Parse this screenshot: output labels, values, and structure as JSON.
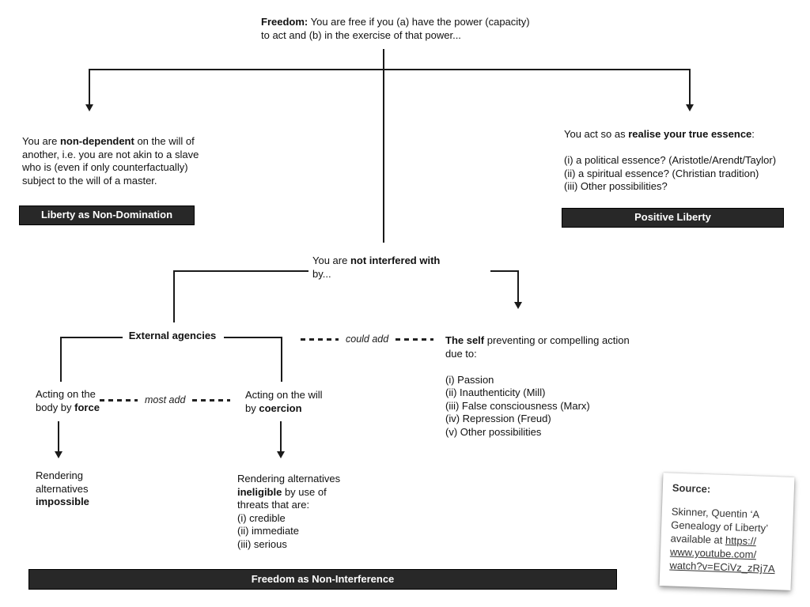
{
  "colors": {
    "canvas_bg": "#ffffff",
    "line": "#1a1a1a",
    "badge_bg": "#282828",
    "badge_text": "#ffffff",
    "source_text": "#333333"
  },
  "root": {
    "lines": [
      [
        {
          "t": "Freedom:",
          "b": true
        },
        {
          "t": " You are free if you (a) have the power (capacity)"
        }
      ],
      [
        {
          "t": "to act and (b) in the exercise of that power..."
        }
      ]
    ]
  },
  "nondom": {
    "lines": [
      [
        {
          "t": "You are "
        },
        {
          "t": "non-dependent",
          "b": true
        },
        {
          "t": " on the will of"
        }
      ],
      [
        {
          "t": "another, i.e. you are not akin to a slave"
        }
      ],
      [
        {
          "t": "who is (even if only counterfactually)"
        }
      ],
      [
        {
          "t": "subject to the will of a master."
        }
      ]
    ],
    "label": "Liberty as Non-Domination"
  },
  "positive": {
    "lines": [
      [
        {
          "t": "You act so as "
        },
        {
          "t": "realise your true essence",
          "b": true
        },
        {
          "t": ":"
        }
      ],
      [
        {
          "t": ""
        }
      ],
      [
        {
          "t": "(i) a political essence? (Aristotle/Arendt/Taylor)"
        }
      ],
      [
        {
          "t": "(ii) a spiritual essence? (Christian tradition)"
        }
      ],
      [
        {
          "t": "(iii) Other possibilities?"
        }
      ]
    ],
    "label": "Positive Liberty"
  },
  "interference": {
    "lines": [
      [
        {
          "t": "You are "
        },
        {
          "t": "not interfered with",
          "b": true
        }
      ],
      [
        {
          "t": "by..."
        }
      ]
    ]
  },
  "external": {
    "label": "External agencies"
  },
  "annotations": {
    "could_add": "could add",
    "most_add": "most add"
  },
  "selfnode": {
    "lines": [
      [
        {
          "t": "The self",
          "b": true
        },
        {
          "t": " preventing or compelling action"
        }
      ],
      [
        {
          "t": "due to:"
        }
      ],
      [
        {
          "t": ""
        }
      ],
      [
        {
          "t": "(i) Passion"
        }
      ],
      [
        {
          "t": "(ii) Inauthenticity (Mill)"
        }
      ],
      [
        {
          "t": "(iii) False consciousness (Marx)"
        }
      ],
      [
        {
          "t": "(iv) Repression (Freud)"
        }
      ],
      [
        {
          "t": "(v) Other possibilities"
        }
      ]
    ]
  },
  "force": {
    "lines": [
      [
        {
          "t": "Acting on the"
        }
      ],
      [
        {
          "t": "body by "
        },
        {
          "t": "force",
          "b": true
        }
      ]
    ]
  },
  "coercion": {
    "lines": [
      [
        {
          "t": "Acting on the will"
        }
      ],
      [
        {
          "t": "by "
        },
        {
          "t": "coercion",
          "b": true
        }
      ]
    ]
  },
  "impossible": {
    "lines": [
      [
        {
          "t": "Rendering"
        }
      ],
      [
        {
          "t": "alternatives"
        }
      ],
      [
        {
          "t": "impossible",
          "b": true
        }
      ]
    ]
  },
  "ineligible": {
    "lines": [
      [
        {
          "t": "Rendering alternatives"
        }
      ],
      [
        {
          "t": "ineligible",
          "b": true
        },
        {
          "t": " by use of"
        }
      ],
      [
        {
          "t": "threats that are:"
        }
      ],
      [
        {
          "t": "(i) credible"
        }
      ],
      [
        {
          "t": "(ii) immediate"
        }
      ],
      [
        {
          "t": "(iii) serious"
        }
      ]
    ]
  },
  "noninterference": {
    "label": "Freedom as Non-Interference"
  },
  "source": {
    "title": "Source:",
    "lines": [
      [
        {
          "t": "Skinner, Quentin ‘A"
        }
      ],
      [
        {
          "t": "Genealogy of Liberty’"
        }
      ],
      [
        {
          "t": "available at "
        },
        {
          "t": "https://",
          "u": true
        }
      ],
      [
        {
          "t": "www.youtube.com/",
          "u": true
        }
      ],
      [
        {
          "t": "watch?v=ECiVz_zRj7A",
          "u": true
        }
      ]
    ]
  }
}
